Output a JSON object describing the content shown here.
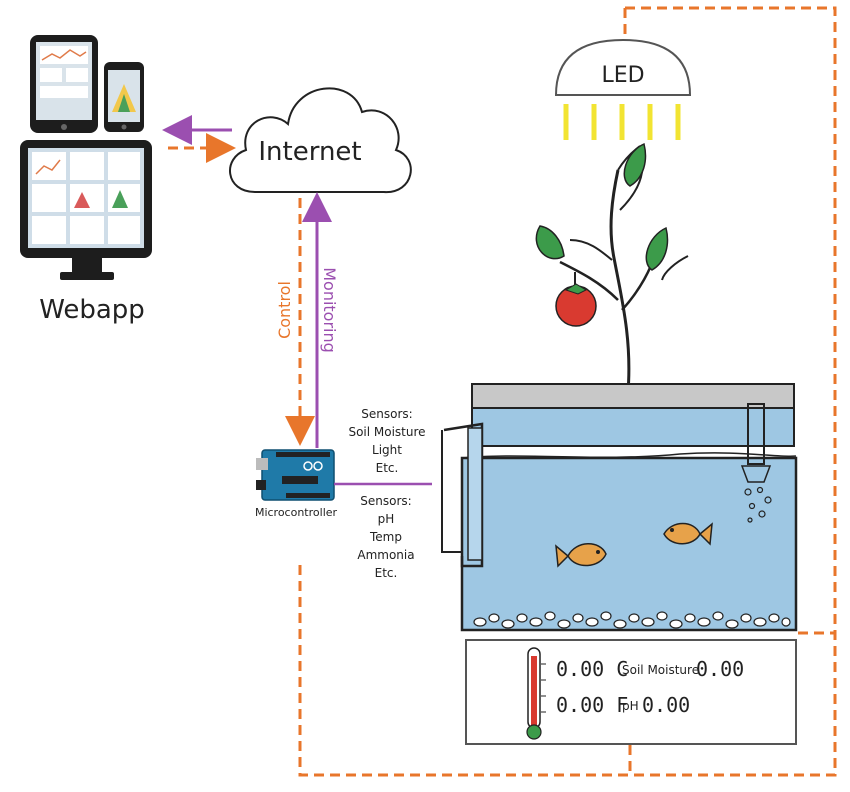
{
  "webapp": {
    "label": "Webapp"
  },
  "internet": {
    "label": "Internet"
  },
  "links": {
    "control_label": "Control",
    "monitoring_label": "Monitoring"
  },
  "led": {
    "label": "LED"
  },
  "microcontroller": {
    "label": "Microcontroller"
  },
  "sensors_top": {
    "title": "Sensors:",
    "lines": [
      "Soil Moisture",
      "Light",
      "Etc."
    ]
  },
  "sensors_bottom": {
    "title": "Sensors:",
    "lines": [
      "pH",
      "Temp",
      "Ammonia",
      "Etc."
    ]
  },
  "display": {
    "temp_c": "0.00 C",
    "temp_f": "0.00 F",
    "soil_label": "Soil Moisture",
    "soil_value": "0.00",
    "ph_label": "pH",
    "ph_value": "0.00"
  },
  "colors": {
    "control_orange": "#e8762b",
    "monitor_purple": "#9b4fb0",
    "water_blue": "#9ec7e3",
    "led_yellow": "#f2e432",
    "fish_orange": "#e7a24a",
    "tomato_red": "#d93a30",
    "leaf_green": "#3c9b4a"
  }
}
